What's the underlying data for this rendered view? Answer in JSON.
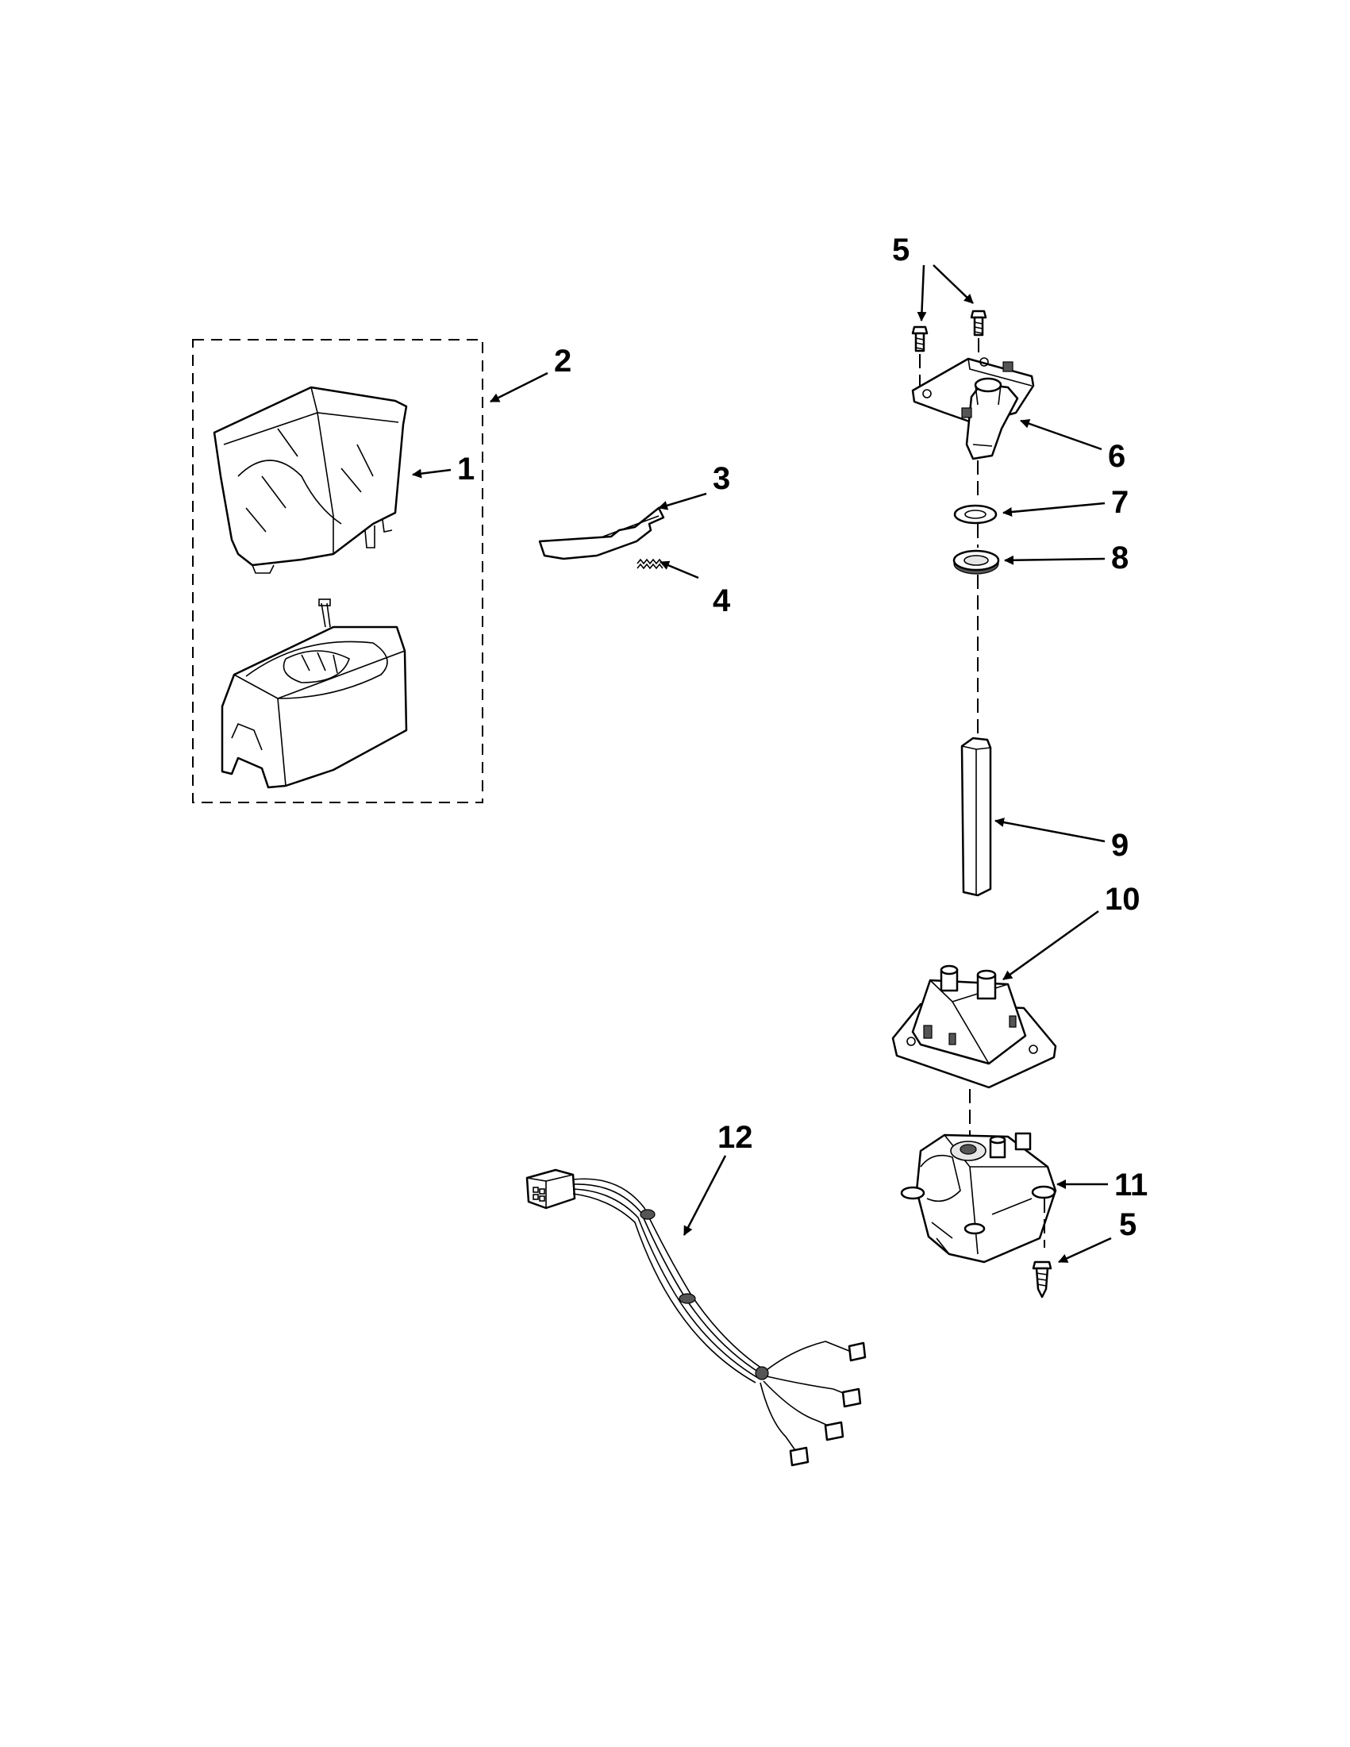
{
  "callouts": {
    "c1": "1",
    "c2": "2",
    "c3": "3",
    "c4": "4",
    "c5_top": "5",
    "c5_bottom": "5",
    "c6": "6",
    "c7": "7",
    "c8": "8",
    "c9": "9",
    "c10": "10",
    "c11": "11",
    "c12": "12"
  },
  "parts": [
    "ice-bucket",
    "ice-bucket-assembly",
    "bucket-lever",
    "spring",
    "screw",
    "auger-bearing-housing",
    "washer",
    "bearing",
    "auger-shaft",
    "motor-mount",
    "auger-motor",
    "wire-harness"
  ]
}
